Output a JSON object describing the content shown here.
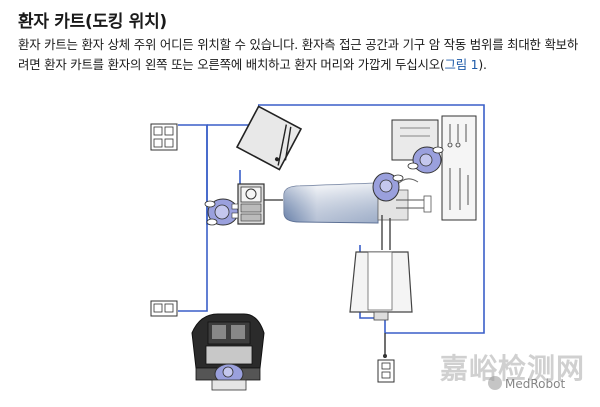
{
  "heading": "환자 카트(도킹 위치)",
  "paragraph": {
    "text_before_link": "환자 카트는 환자 상체 주위 어디든 위치할 수 있습니다. 환자측 접근 공간과 기구 암 작동 범위를 최대한 확보하려면 환자 카트를 환자의 왼쪽 또는 오른쪽에 배치하고 환자 머리와 가깝게 두십시오(",
    "link_text": "그림 1",
    "text_after_link": ")."
  },
  "watermark": {
    "chinese": "嘉峪检测网",
    "english": "MedRobot"
  },
  "colors": {
    "cable_blue": "#3a5fc8",
    "equipment_dark": "#2a2a2a",
    "table_gradient_light": "#f2f2f2",
    "table_gradient_dark": "#6f86ad",
    "staff_purple": "#8f95d6"
  },
  "icons": [
    "wall-outlet-icon",
    "vision-cart-icon",
    "patient-table-icon",
    "patient-cart-icon",
    "surgeon-console-icon",
    "staff-figure-icon",
    "instrument-tray-icon"
  ]
}
